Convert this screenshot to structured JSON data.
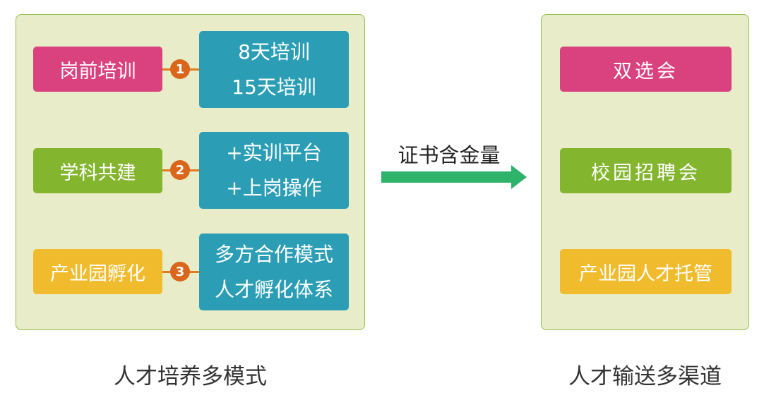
{
  "left_panel": {
    "rows": [
      {
        "label": "岗前培训",
        "badge": "1",
        "details": [
          "8天培训",
          "15天培训"
        ]
      },
      {
        "label": "学科共建",
        "badge": "2",
        "details": [
          "+实训平台",
          "+上岗操作"
        ]
      },
      {
        "label": "产业园孵化",
        "badge": "3",
        "details": [
          "多方合作模式",
          "人才孵化体系"
        ]
      }
    ],
    "caption": "人才培养多模式"
  },
  "arrow": {
    "label": "证书含金量",
    "color": "#2eb36b"
  },
  "right_panel": {
    "items": [
      "双选会",
      "校园招聘会",
      "产业园人才托管"
    ],
    "caption": "人才输送多渠道"
  },
  "colors": {
    "pink": "#d9417f",
    "green": "#83b52e",
    "yellow": "#f0bc2d",
    "teal": "#2b9eb5",
    "orange": "#d9661b",
    "panel_bg": "#e8ecc8",
    "panel_border": "#8fbf4a"
  }
}
